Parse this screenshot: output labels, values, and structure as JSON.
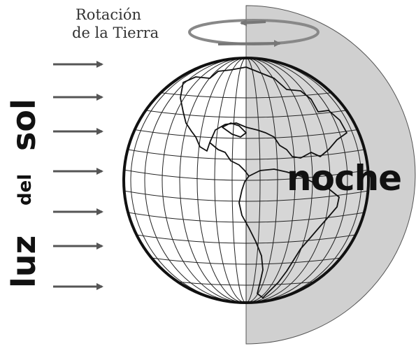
{
  "rotation_label": {
    "line1": "Rotación",
    "line2": "de la Tierra"
  },
  "sunlight_label": {
    "word1": "luz",
    "word2": "del",
    "word3": "sol"
  },
  "night_label": "noche",
  "colors": {
    "night_shade": "#d0d0d0",
    "ink": "#111111",
    "arrow": "#555555",
    "ellipse": "#888888"
  }
}
